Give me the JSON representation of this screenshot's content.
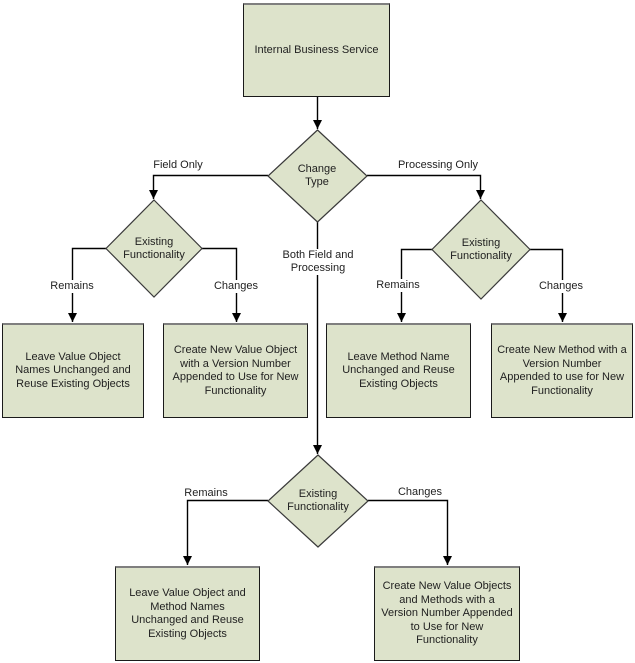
{
  "colors": {
    "background": "#ffffff",
    "node_fill": "#dde3cb",
    "node_border": "#3a3a3a",
    "box_border": "#1a1a1a",
    "box_border_top": "#7f7f7f",
    "connector": "#000000",
    "text": "#1f1f1f"
  },
  "nodes": {
    "start": {
      "label": "Internal Business Service"
    },
    "change_type": {
      "label": "Change Type"
    },
    "field_existing_functionality": {
      "label": "Existing Functionality"
    },
    "processing_existing_functionality": {
      "label": "Existing Functionality"
    },
    "both_existing_functionality": {
      "label": "Existing Functionality"
    },
    "field_remains_outcome": {
      "label": "Leave Value Object Names Unchanged and Reuse Existing Objects"
    },
    "field_changes_outcome": {
      "label": "Create New Value Object with a Version Number Appended to Use for New Functionality"
    },
    "processing_remains_outcome": {
      "label": "Leave Method Name Unchanged and Reuse Existing Objects"
    },
    "processing_changes_outcome": {
      "label": "Create New Method with a Version Number Appended to use for New Functionality"
    },
    "both_remains_outcome": {
      "label": "Leave Value Object and Method Names Unchanged and Reuse Existing Objects"
    },
    "both_changes_outcome": {
      "label": "Create New Value Objects and Methods with a Version Number Appended to Use for New Functionality"
    }
  },
  "edge_labels": {
    "field_only": "Field Only",
    "processing_only": "Processing Only",
    "both_field_and_processing": "Both Field and Processing",
    "field_remains": "Remains",
    "field_changes": "Changes",
    "processing_remains": "Remains",
    "processing_changes": "Changes",
    "both_remains": "Remains",
    "both_changes": "Changes"
  }
}
